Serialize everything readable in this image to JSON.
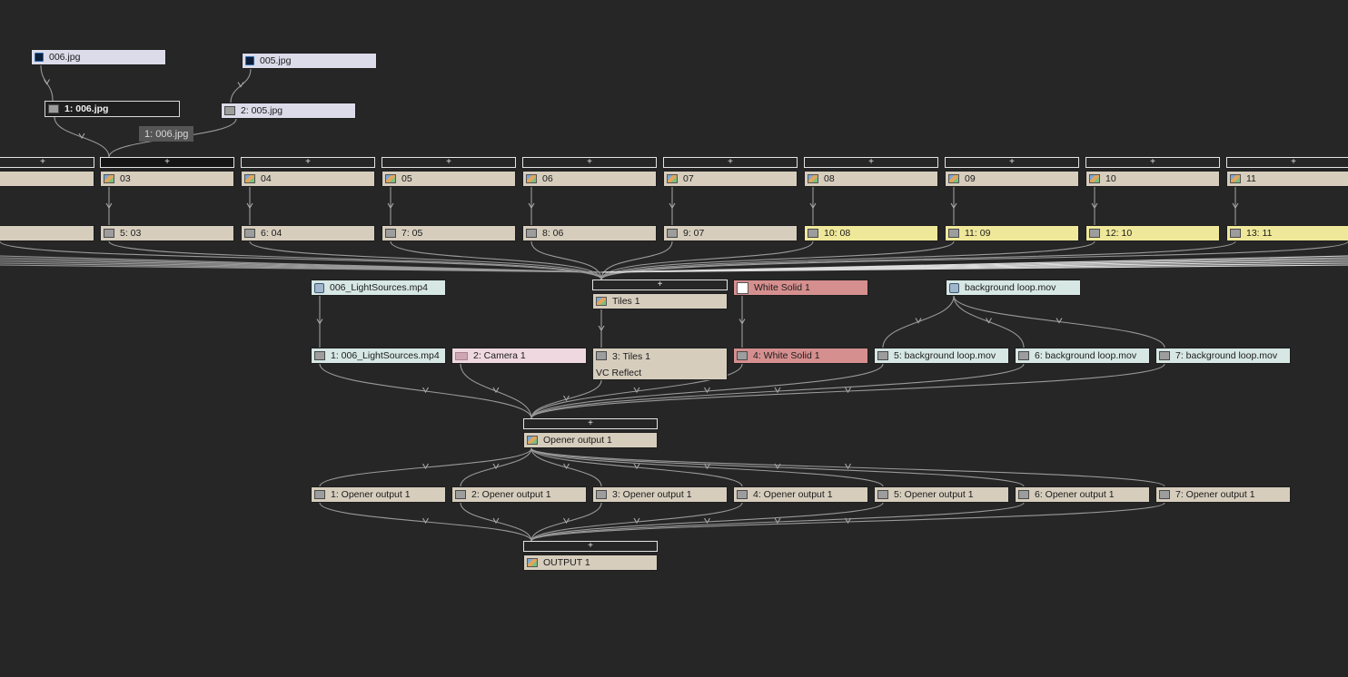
{
  "footage": {
    "img006": "006.jpg",
    "img005": "005.jpg",
    "lightsources": "006_LightSources.mp4",
    "background": "background loop.mov",
    "white_solid": "White Solid 1"
  },
  "top_layers": {
    "l1": "1: 006.jpg",
    "l2": "2: 005.jpg",
    "tooltip": "1: 006.jpg"
  },
  "comp_row": [
    {
      "name": "03",
      "layer": "5: 03",
      "color": "neutral"
    },
    {
      "name": "04",
      "layer": "6: 04",
      "color": "neutral"
    },
    {
      "name": "05",
      "layer": "7: 05",
      "color": "neutral"
    },
    {
      "name": "06",
      "layer": "8: 06",
      "color": "neutral"
    },
    {
      "name": "07",
      "layer": "9: 07",
      "color": "neutral"
    },
    {
      "name": "08",
      "layer": "10: 08",
      "color": "yellow"
    },
    {
      "name": "09",
      "layer": "11: 09",
      "color": "yellow"
    },
    {
      "name": "10",
      "layer": "12: 10",
      "color": "yellow"
    },
    {
      "name": "11",
      "layer": "13: 11",
      "color": "yellow"
    }
  ],
  "tiles": {
    "name": "Tiles 1",
    "layer": "3: Tiles 1",
    "effect": "VC Reflect"
  },
  "opener_layers": [
    "1: 006_LightSources.mp4",
    "2: Camera 1",
    "4: White Solid 1",
    "5: background loop.mov",
    "6: background loop.mov",
    "7: background loop.mov"
  ],
  "opener_comp": "Opener output 1",
  "output_layers": [
    "1: Opener output 1",
    "2: Opener output 1",
    "3: Opener output 1",
    "4: Opener output 1",
    "5: Opener output 1",
    "6: Opener output 1",
    "7: Opener output 1"
  ],
  "output_comp": "OUTPUT 1",
  "plus_glyph": "+",
  "colors": {
    "background": "#262626",
    "node_neutral": "#d6cdbd",
    "node_yellow": "#efe89a",
    "node_red": "#d68f8f",
    "node_pink": "#efd8df",
    "node_mint": "#d6e7e4",
    "node_lavender": "#dcdbea",
    "wire": "#9a9a9a"
  },
  "icons": [
    "layer-icon",
    "composition-icon",
    "footage-icon",
    "photoshop-file-icon",
    "solid-icon",
    "camera-icon"
  ]
}
